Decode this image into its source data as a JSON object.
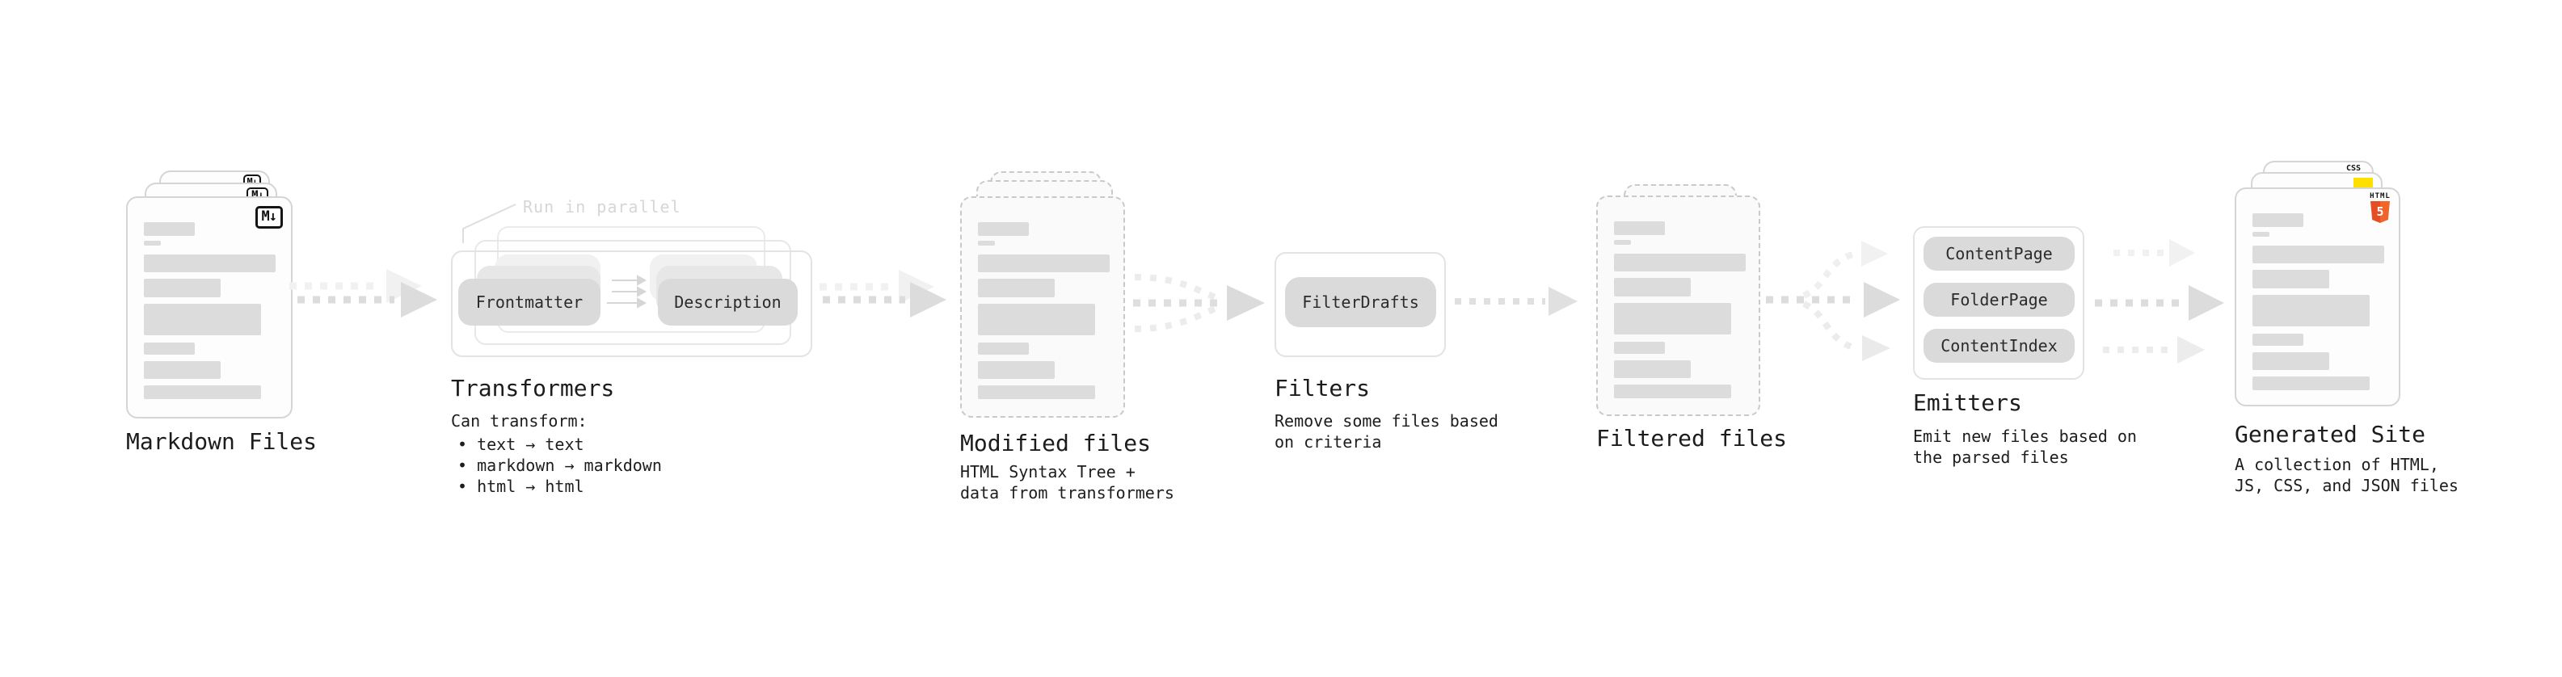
{
  "stages": {
    "markdown": {
      "label": "Markdown Files",
      "icon": "M↓"
    },
    "transformers": {
      "label": "Transformers",
      "callout": "Run in parallel",
      "pill_from": "Frontmatter",
      "pill_to": "Description",
      "desc_title": "Can transform:",
      "bullets": [
        "• text → text",
        "• markdown → markdown",
        "• html → html"
      ]
    },
    "modified": {
      "label": "Modified files",
      "desc_lines": [
        "HTML Syntax Tree +",
        "data from transformers"
      ]
    },
    "filters": {
      "label": "Filters",
      "pill": "FilterDrafts",
      "desc_lines": [
        "Remove some files based",
        "on criteria"
      ]
    },
    "filtered": {
      "label": "Filtered files"
    },
    "emitters": {
      "label": "Emitters",
      "pills": [
        "ContentPage",
        "FolderPage",
        "ContentIndex"
      ],
      "desc_lines": [
        "Emit new files based on",
        "the parsed files"
      ]
    },
    "generated": {
      "label": "Generated Site",
      "desc_lines": [
        "A collection of HTML,",
        "JS, CSS, and JSON files"
      ],
      "badges": {
        "css": "CSS",
        "html_word": "HTML",
        "html_num": "5"
      }
    }
  },
  "colors": {
    "arrow": "#dcdcdc",
    "arrow_ghost": "#f1f1f1",
    "html5_orange": "#e44d26",
    "js_yellow": "#ffdf00",
    "css_blue": "#2862e9"
  }
}
